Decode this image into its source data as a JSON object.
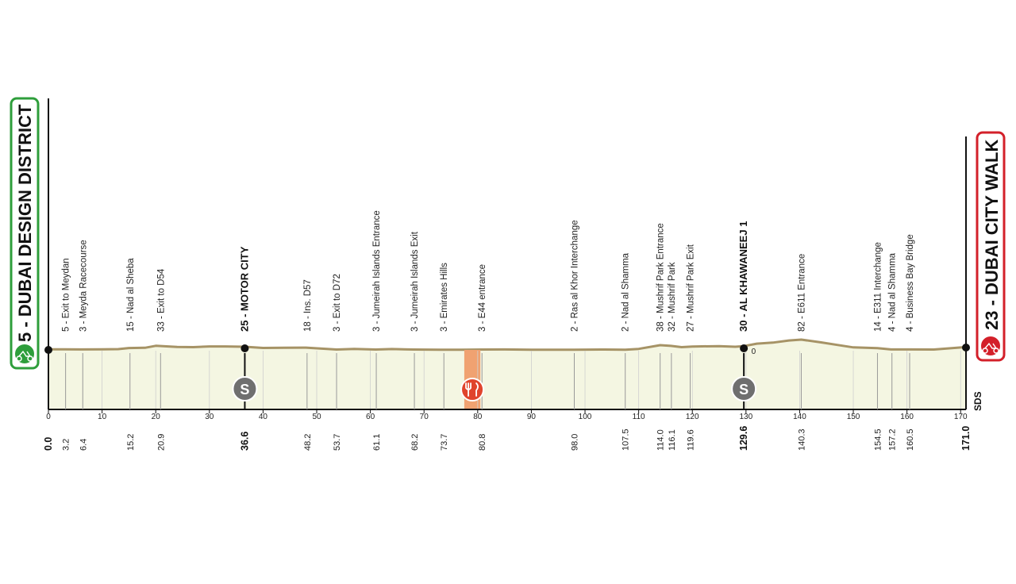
{
  "chart_data": {
    "type": "area",
    "x_unit": "km",
    "xlim": [
      0,
      171
    ],
    "x_ticks": [
      0,
      10,
      20,
      30,
      40,
      50,
      60,
      70,
      80,
      90,
      100,
      110,
      120,
      130,
      140,
      150,
      160,
      170
    ],
    "start": {
      "label": "5 - DUBAI DESIGN DISTRICT",
      "km": "0.0",
      "color": "#2e9e3b"
    },
    "finish": {
      "label": "23 - DUBAI CITY WALK",
      "km": "171.0",
      "color": "#d3202a"
    },
    "waypoints": [
      {
        "km": 3.2,
        "km_label": "3.2",
        "name": "5 - Exit to Meydan",
        "bold": false
      },
      {
        "km": 6.4,
        "km_label": "6.4",
        "name": "3 - Meyda Racecourse",
        "bold": false
      },
      {
        "km": 15.2,
        "km_label": "15.2",
        "name": "15 - Nad al Sheba",
        "bold": false
      },
      {
        "km": 20.9,
        "km_label": "20.9",
        "name": "33 - Exit to D54",
        "bold": false
      },
      {
        "km": 36.6,
        "km_label": "36.6",
        "name": "25 - MOTOR CITY",
        "bold": true
      },
      {
        "km": 48.2,
        "km_label": "48.2",
        "name": "18 - Ins. D57",
        "bold": false
      },
      {
        "km": 53.7,
        "km_label": "53.7",
        "name": "3 - Exit to D72",
        "bold": false
      },
      {
        "km": 61.1,
        "km_label": "61.1",
        "name": "3 - Jumeirah Islands Entrance",
        "bold": false
      },
      {
        "km": 68.2,
        "km_label": "68.2",
        "name": "3 - Jumeirah Islands Exit",
        "bold": false
      },
      {
        "km": 73.7,
        "km_label": "73.7",
        "name": "3 - Emirates Hills",
        "bold": false
      },
      {
        "km": 80.8,
        "km_label": "80.8",
        "name": "3 - E44 entrance",
        "bold": false
      },
      {
        "km": 98.0,
        "km_label": "98.0",
        "name": "2 - Ras al Khor Interchange",
        "bold": false
      },
      {
        "km": 107.5,
        "km_label": "107.5",
        "name": "2 - Nad al Shamma",
        "bold": false
      },
      {
        "km": 114.0,
        "km_label": "114.0",
        "name": "38 - Mushrif Park Entrance",
        "bold": false
      },
      {
        "km": 116.1,
        "km_label": "116.1",
        "name": "32 - Mushrif Park",
        "bold": false
      },
      {
        "km": 119.6,
        "km_label": "119.6",
        "name": "27 - Mushrif Park Exit",
        "bold": false
      },
      {
        "km": 129.6,
        "km_label": "129.6",
        "name": "30 - AL KHAWANEEJ 1",
        "bold": true
      },
      {
        "km": 140.3,
        "km_label": "140.3",
        "name": "82 - E611 Entrance",
        "bold": false
      },
      {
        "km": 154.5,
        "km_label": "154.5",
        "name": "14 - E311 Interchange",
        "bold": false
      },
      {
        "km": 157.2,
        "km_label": "157.2",
        "name": "4 - Nad al Shamma",
        "bold": false
      },
      {
        "km": 160.5,
        "km_label": "160.5",
        "name": "4 - Business Bay Bridge",
        "bold": false
      }
    ],
    "elevation_profile": [
      [
        0,
        5
      ],
      [
        3,
        5
      ],
      [
        6,
        4
      ],
      [
        10,
        5
      ],
      [
        13,
        6
      ],
      [
        15,
        15
      ],
      [
        18,
        17
      ],
      [
        20,
        33
      ],
      [
        24,
        24
      ],
      [
        27,
        22
      ],
      [
        30,
        28
      ],
      [
        33,
        28
      ],
      [
        36.6,
        25
      ],
      [
        40,
        16
      ],
      [
        44,
        17
      ],
      [
        48,
        18
      ],
      [
        51,
        10
      ],
      [
        53.7,
        3
      ],
      [
        57,
        8
      ],
      [
        61,
        3
      ],
      [
        64,
        7
      ],
      [
        68,
        3
      ],
      [
        73,
        2
      ],
      [
        77,
        2
      ],
      [
        80.8,
        3
      ],
      [
        85,
        4
      ],
      [
        90,
        2
      ],
      [
        95,
        1
      ],
      [
        98,
        2
      ],
      [
        103,
        3
      ],
      [
        107.5,
        2
      ],
      [
        110,
        8
      ],
      [
        114,
        38
      ],
      [
        116,
        32
      ],
      [
        118,
        22
      ],
      [
        120,
        27
      ],
      [
        125,
        30
      ],
      [
        128,
        25
      ],
      [
        129.6,
        30
      ],
      [
        132,
        50
      ],
      [
        135,
        58
      ],
      [
        138,
        75
      ],
      [
        140.3,
        82
      ],
      [
        144,
        60
      ],
      [
        147,
        40
      ],
      [
        150,
        20
      ],
      [
        154.5,
        14
      ],
      [
        157,
        4
      ],
      [
        160.5,
        4
      ],
      [
        165,
        3
      ],
      [
        171,
        23
      ]
    ],
    "elevation_zero_label": "0",
    "sprints_km": [
      36.6,
      129.6
    ],
    "sprint_symbol": "S",
    "feed_zone_km": [
      77.5,
      80.5
    ],
    "brand": "SDS"
  },
  "colors": {
    "profile_fill": "#f4f6e2",
    "profile_line": "#a69366",
    "feed_zone": "#f0a271",
    "feed_badge": "#e0442c",
    "sprint_badge": "#6f6f6f",
    "axis": "#111111",
    "grid": "#999999"
  }
}
